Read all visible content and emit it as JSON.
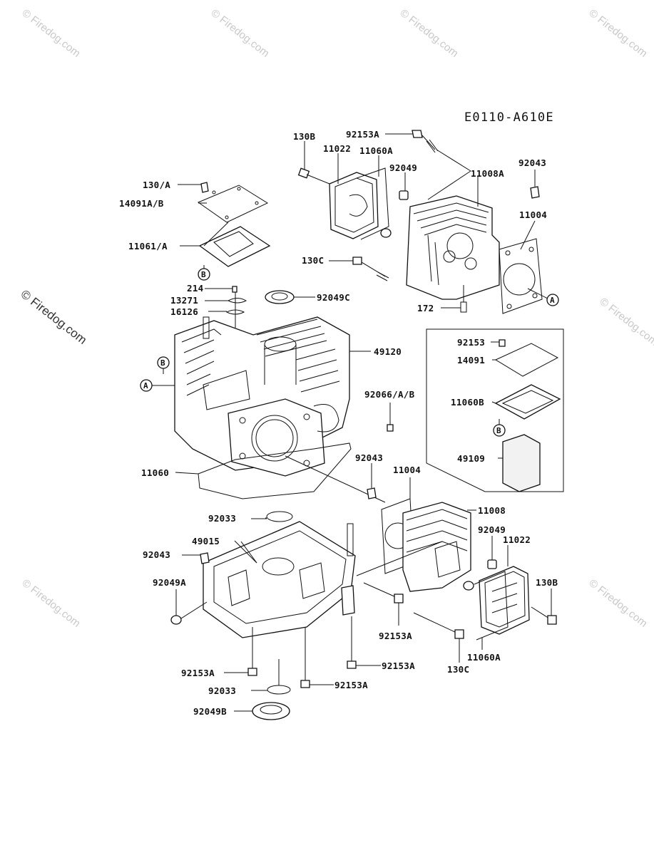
{
  "diagram_code": "E0110-A610E",
  "watermark": "© Firedog.com",
  "side_watermark": "© Firedog.com",
  "callouts": {
    "a": "A",
    "b": "B"
  },
  "labels": {
    "p130B_top": "130B",
    "p92153A_top": "92153A",
    "p11022_top": "11022",
    "p11060A_top": "11060A",
    "p92049_top": "92049",
    "p11008A": "11008A",
    "p92043_top": "92043",
    "p11004_top": "11004",
    "p130C_top": "130C",
    "p172": "172",
    "p130A": "130/A",
    "p14091AB": "14091A/B",
    "p11061A": "11061/A",
    "p214": "214",
    "p13271": "13271",
    "p16126": "16126",
    "p92049C": "92049C",
    "p49120": "49120",
    "p92066AB": "92066/A/B",
    "p92153_box": "92153",
    "p14091_box": "14091",
    "p11060B_box": "11060B",
    "p49109_box": "49109",
    "p11060": "11060",
    "p92043_mid": "92043",
    "p11004_mid": "11004",
    "p11008": "11008",
    "p92033_top": "92033",
    "p49015": "49015",
    "p92043_left": "92043",
    "p92049_right": "92049",
    "p11022_right": "11022",
    "p92049A": "92049A",
    "p130B_right": "130B",
    "p92153A_mid": "92153A",
    "p92153A_left": "92153A",
    "p92153A_center": "92153A",
    "p92153A_bottom": "92153A",
    "p92033_bottom": "92033",
    "p92049B": "92049B",
    "p130C_bottom": "130C",
    "p11060A_bottom": "11060A"
  }
}
